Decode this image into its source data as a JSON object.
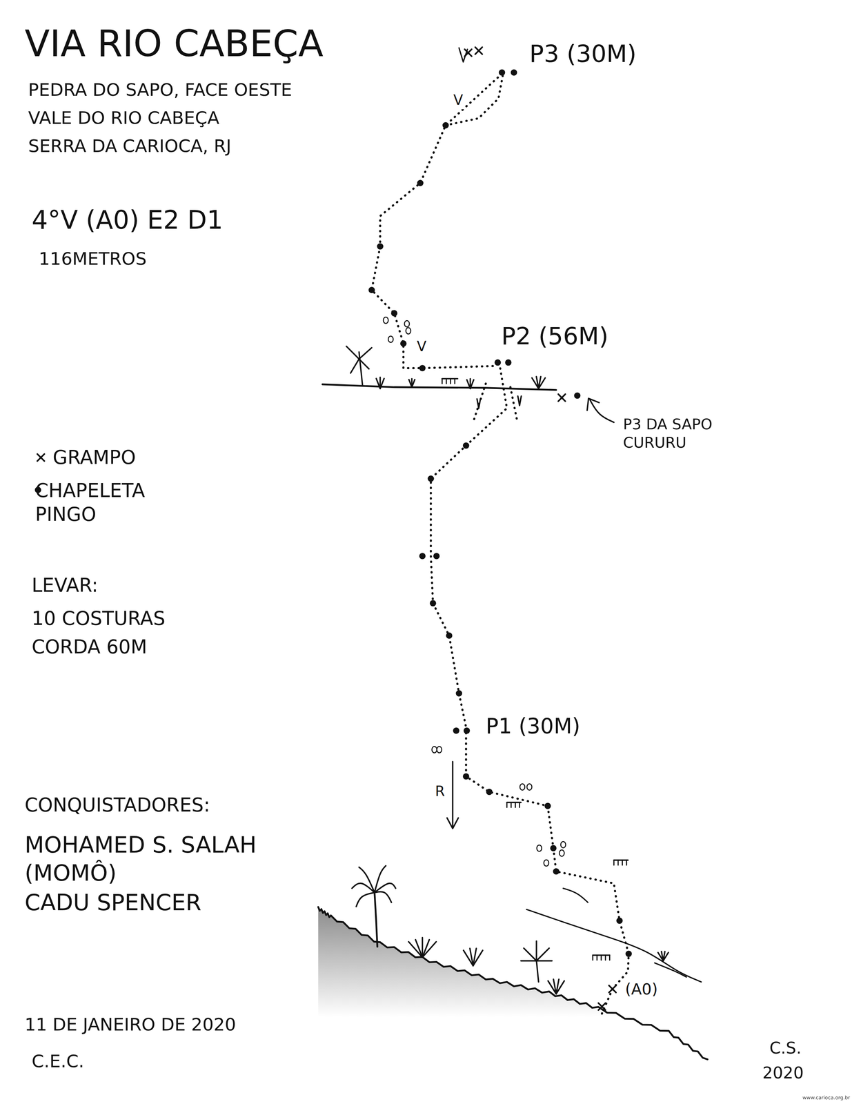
{
  "diagram": {
    "title": "VIA RIO CABEÇA",
    "labels": [
      "PEDRA DO SAPO, FACE OESTE",
      "VALE DO RIO CABEÇA",
      "SERRA DA CARIOCA, RJ",
      "4°V (A0) E2 D1",
      "116METROS",
      "LEVAR:",
      "10 COSTURAS",
      "CORDA 60M",
      "CONQUISTADORES:",
      "MOHAMED S. SALAH (MOMÔ)",
      "CADU SPENCER",
      "11 DE JANEIRO DE 2020",
      "C.E.C.",
      "C.S.",
      "2020",
      "P3 (30M)",
      "P2 (56M)",
      "P1 (30M)",
      "P3 DA SAPO CURURU",
      "V",
      "V",
      "R",
      "(A0)",
      "www.carioca.org.br"
    ],
    "legend": [
      {
        "text": "GRAMPO"
      },
      {
        "text": "CHAPELETA PINGO"
      }
    ]
  }
}
